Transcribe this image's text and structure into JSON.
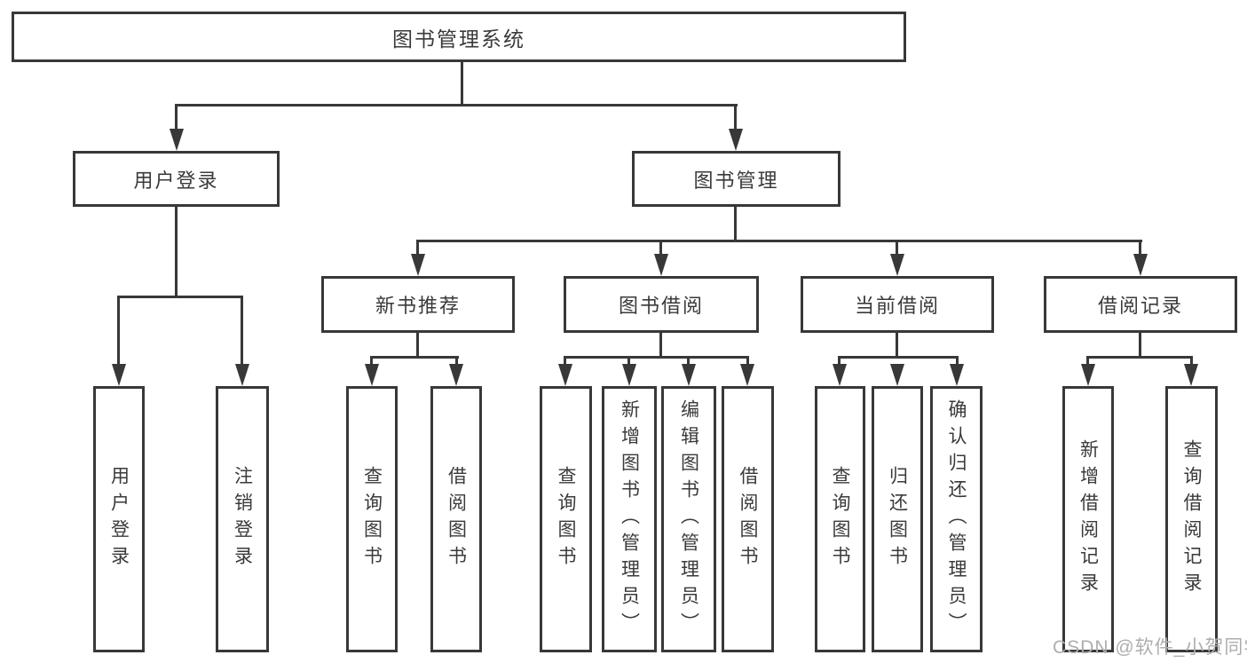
{
  "diagram_title": "图书管理系统",
  "tree": {
    "root": {
      "label": "图书管理系统",
      "children": [
        {
          "label": "用户登录",
          "children": [
            {
              "label": "用户登录"
            },
            {
              "label": "注销登录"
            }
          ]
        },
        {
          "label": "图书管理",
          "children": [
            {
              "label": "新书推荐",
              "children": [
                {
                  "label": "查询图书"
                },
                {
                  "label": "借阅图书"
                }
              ]
            },
            {
              "label": "图书借阅",
              "children": [
                {
                  "label": "查询图书"
                },
                {
                  "label": "新增图书（管理员）"
                },
                {
                  "label": "编辑图书（管理员）"
                },
                {
                  "label": "借阅图书"
                }
              ]
            },
            {
              "label": "当前借阅",
              "children": [
                {
                  "label": "查询图书"
                },
                {
                  "label": "归还图书"
                },
                {
                  "label": "确认归还（管理员）"
                }
              ]
            },
            {
              "label": "借阅记录",
              "children": [
                {
                  "label": "新增借阅记录"
                },
                {
                  "label": "查询借阅记录"
                }
              ]
            }
          ]
        }
      ]
    }
  },
  "watermark": {
    "text": "CSDN @软件_小贺同学"
  },
  "colors": {
    "line": "#383838",
    "text": "#3a3a3a",
    "background": "#ffffff",
    "watermark": "#aeaeae"
  }
}
